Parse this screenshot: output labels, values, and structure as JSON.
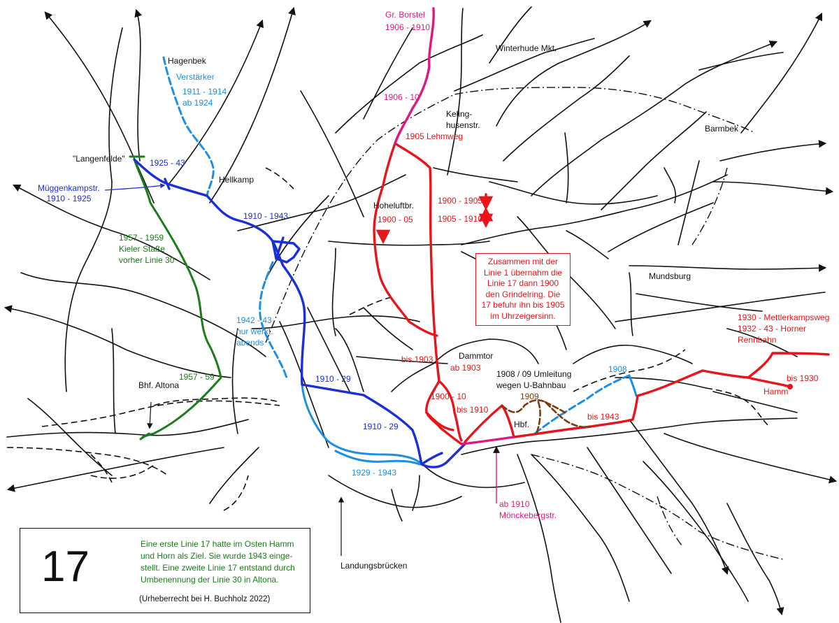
{
  "map": {
    "labels": {
      "gr_borstel": "Gr. Borstel\n1906 - 1910",
      "winterhude": "Winterhude Mkt.",
      "hagenbek": "Hagenbek",
      "verstaerker": "Verstärker",
      "verstaerker_years": "1911 - 1914\nab 1924",
      "y1906_10": "1906 - 10",
      "kelinghusen": "Keling-\nhusenstr.",
      "lehmweg": "1905 Lehmweg",
      "barmbek": "Barmbek",
      "langenfelde": "\"Langenfelde\"",
      "y1925_43": "1925 - 43",
      "hellkamp": "Hellkamp",
      "mueggenkamp": "Müggenkampstr.\n1910 - 1925",
      "y1910_1943": "1910 - 1943",
      "hoheluft": "Hoheluftbr.",
      "y1900_05": "1900 - 05",
      "y1900_1905": "1900 - 1905",
      "y1905_1910": "1905 - 1910",
      "kieler": "1957 - 1959\nKieler Staße\nvorher Linie 30",
      "mundsburg": "Mundsburg",
      "y1942_43": "1942 - 43\nnur werkt.\nabends",
      "mettlerkamp": "1930 - Mettlerkampsweg\n1932 - 43 - Horner\nRennbahn",
      "bis1903": "bis 1903",
      "dammtor": "Dammtor",
      "ab1903": "ab 1903",
      "bhf_altona": "Bhf. Altona",
      "y1957_59": "1957 - 59",
      "y1910_29a": "1910 - 29",
      "umleitung": "1908 / 09 Umleitung\nwegen U-Bahnbau",
      "y1908": "1908",
      "y1909": "1909",
      "y1900_10": "1900 - 10",
      "bis1910": "bis 1910",
      "hbf": "Hbf.",
      "bis1943": "bis 1943",
      "bis1930": "bis 1930",
      "hamm": "Hamm",
      "y1910_29b": "1910 - 29",
      "y1929_1943": "1929 - 1943",
      "ab1910": "ab 1910\nMönckebergstr.",
      "landungsbruecken": "Landungsbrücken"
    },
    "info_box": "Zusammen mit der\nLinie 1 übernahm die\nLinie 17 dann 1900\nden Grindelring. Die\n17 befuhr ihn bis 1905\nim Uhrzeigersinn.",
    "legend": {
      "line_number": "17",
      "text": "Eine erste Linie 17 hatte im Osten Hamm\nund Horn als Ziel. Sie wurde 1943 einge-\nstellt. Eine zweite Linie 17 entstand durch\nUmbenennung der Linie 30 in Altona.",
      "copyright": "(Urheberrecht bei H. Buchholz 2022)"
    },
    "colors": {
      "red": "#e8141a",
      "pink": "#e0177e",
      "blue": "#1a2fd6",
      "light_blue": "#1d8fe3",
      "green": "#1a7d1a",
      "brown": "#7a3c0e",
      "network": "#111111"
    }
  }
}
